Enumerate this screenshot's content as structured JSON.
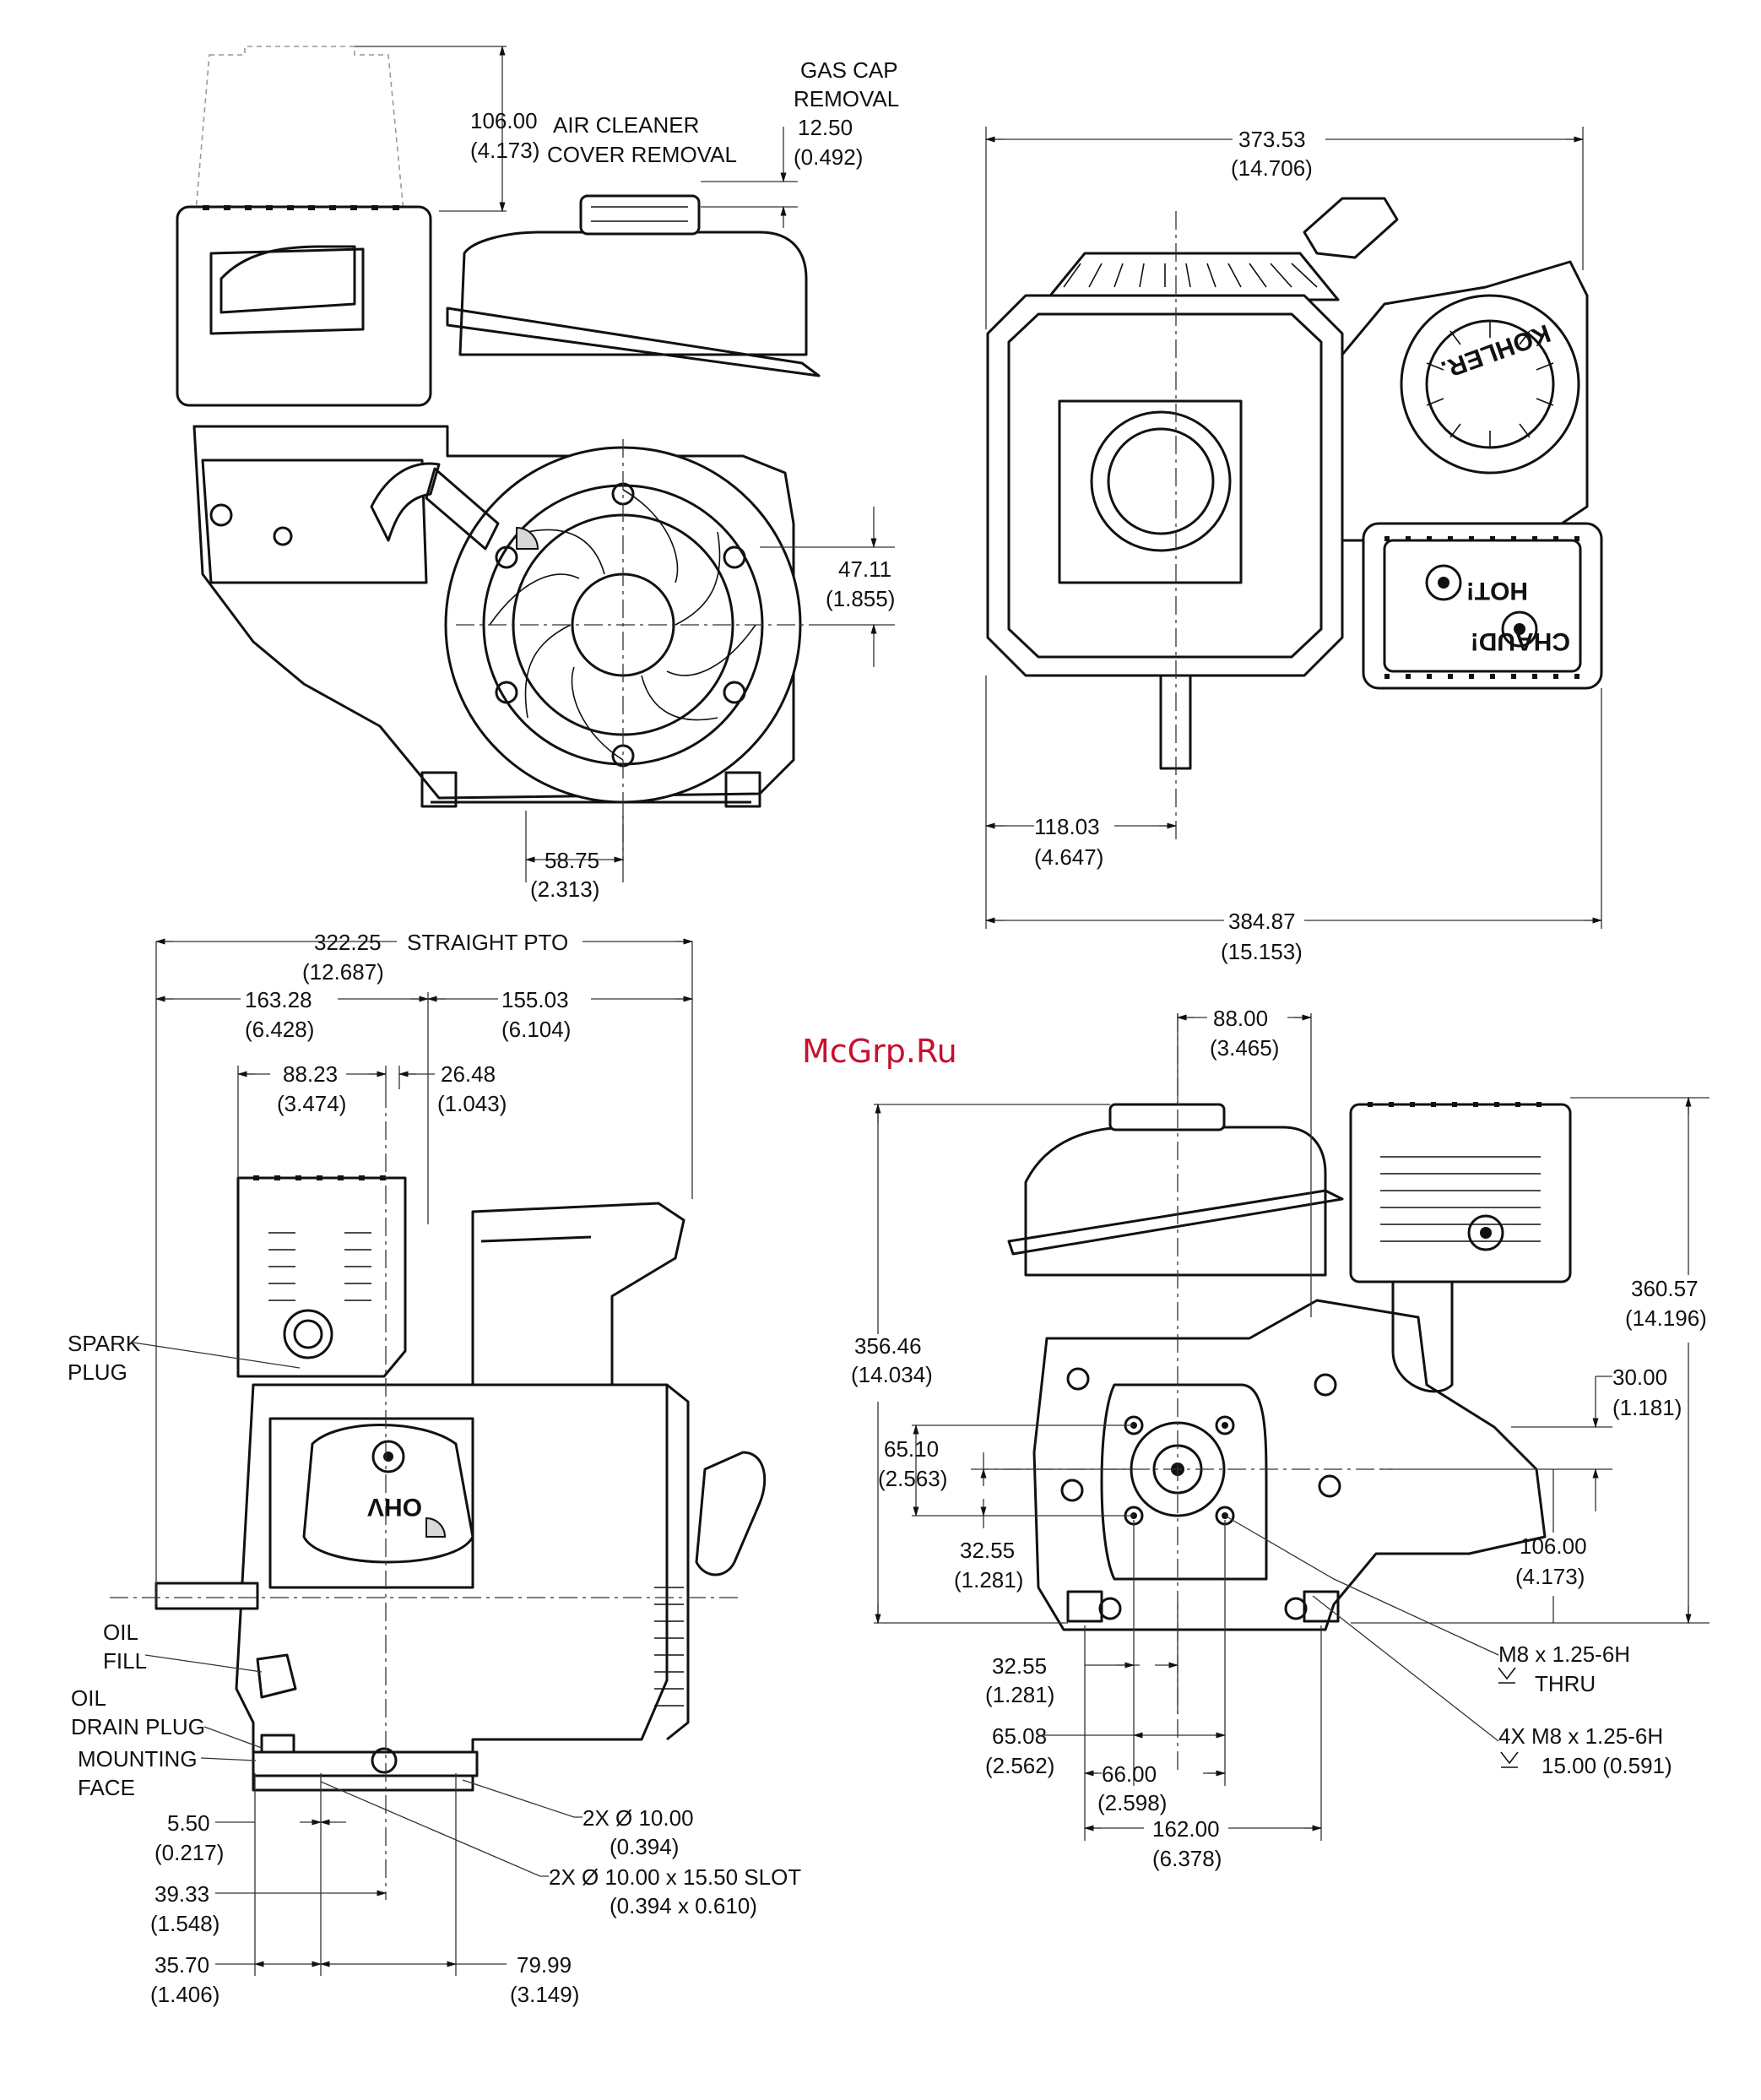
{
  "watermark": "McGrp.Ru",
  "views": {
    "left_side": {
      "air_cleaner_removal": {
        "mm": "106.00",
        "inch": "(4.173)",
        "label1": "AIR CLEANER",
        "label2": "COVER REMOVAL"
      },
      "gas_cap_removal": {
        "label1": "GAS CAP",
        "label2": "REMOVAL",
        "mm": "12.50",
        "inch": "(0.492)"
      },
      "shaft_height": {
        "mm": "47.11",
        "inch": "(1.855)"
      },
      "shaft_offset": {
        "mm": "58.75",
        "inch": "(2.313)"
      }
    },
    "top": {
      "width": {
        "mm": "373.53",
        "inch": "(14.706)"
      },
      "shaft_pos": {
        "mm": "118.03",
        "inch": "(4.647)"
      },
      "overall": {
        "mm": "384.87",
        "inch": "(15.153)"
      },
      "brand": "KOHLER.",
      "warning1": "HOT!",
      "warning2": "CHAUD!"
    },
    "front": {
      "overall": {
        "mm": "322.25",
        "inch": "(12.687)",
        "label": "STRAIGHT PTO"
      },
      "left_part": {
        "mm": "163.28",
        "inch": "(6.428)"
      },
      "right_part": {
        "mm": "155.03",
        "inch": "(6.104)"
      },
      "d88": {
        "mm": "88.23",
        "inch": "(3.474)"
      },
      "d26": {
        "mm": "26.48",
        "inch": "(1.043)"
      },
      "spark_plug": [
        "SPARK",
        "PLUG"
      ],
      "oil_fill": [
        "OIL",
        "FILL"
      ],
      "oil_drain": [
        "OIL",
        "DRAIN PLUG"
      ],
      "mounting_face": [
        "MOUNTING",
        "FACE"
      ],
      "hole": {
        "text": "2X Ø 10.00",
        "inch": "(0.394)"
      },
      "slot": {
        "text": "2X Ø 10.00 x 15.50 SLOT",
        "inch": "(0.394 x 0.610)"
      },
      "d5": {
        "mm": "5.50",
        "inch": "(0.217)"
      },
      "d39": {
        "mm": "39.33",
        "inch": "(1.548)"
      },
      "d35": {
        "mm": "35.70",
        "inch": "(1.406)"
      },
      "d79": {
        "mm": "79.99",
        "inch": "(3.149)"
      },
      "brand": "OHV"
    },
    "pto": {
      "d88": {
        "mm": "88.00",
        "inch": "(3.465)"
      },
      "height356": {
        "mm": "356.46",
        "inch": "(14.034)"
      },
      "height360": {
        "mm": "360.57",
        "inch": "(14.196)"
      },
      "d30": {
        "mm": "30.00",
        "inch": "(1.181)"
      },
      "d65v": {
        "mm": "65.10",
        "inch": "(2.563)"
      },
      "d32v": {
        "mm": "32.55",
        "inch": "(1.281)"
      },
      "d106": {
        "mm": "106.00",
        "inch": "(4.173)"
      },
      "thread1": {
        "text": "M8 x 1.25-6H",
        "thru": "THRU"
      },
      "thread2": {
        "text": "4X M8 x 1.25-6H",
        "depth": "15.00 (0.591)"
      },
      "d32h": {
        "mm": "32.55",
        "inch": "(1.281)"
      },
      "d65h": {
        "mm": "65.08",
        "inch": "(2.562)"
      },
      "d66": {
        "mm": "66.00",
        "inch": "(2.598)"
      },
      "d162": {
        "mm": "162.00",
        "inch": "(6.378)"
      }
    }
  }
}
